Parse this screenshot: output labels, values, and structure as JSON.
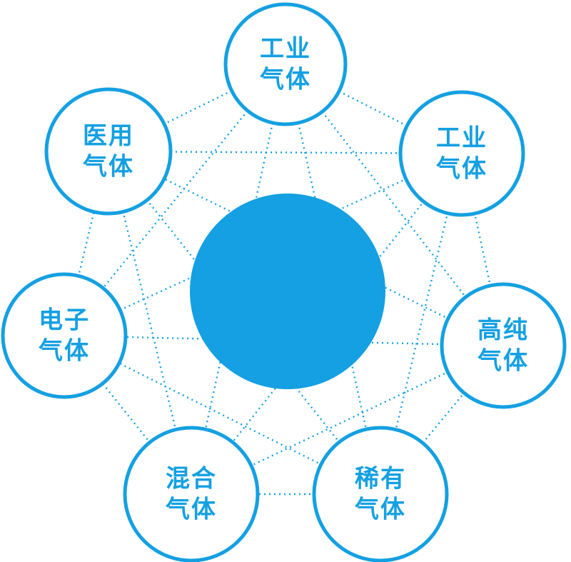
{
  "diagram": {
    "title": "gas-types-network",
    "center_node": {
      "label": ""
    },
    "nodes": [
      {
        "id": "top",
        "label": "工业\n气体"
      },
      {
        "id": "top-right",
        "label": "工业\n气体"
      },
      {
        "id": "right",
        "label": "高纯\n气体"
      },
      {
        "id": "bottom-right",
        "label": "稀有\n气体"
      },
      {
        "id": "bottom-left",
        "label": "混合\n气体"
      },
      {
        "id": "left",
        "label": "电子\n气体"
      },
      {
        "id": "top-left",
        "label": "医用\n气体"
      }
    ],
    "colors": {
      "primary": "#14a0e2",
      "node_fill": "#ffffff",
      "background": "#ffffff"
    },
    "link_style": "dotted"
  }
}
